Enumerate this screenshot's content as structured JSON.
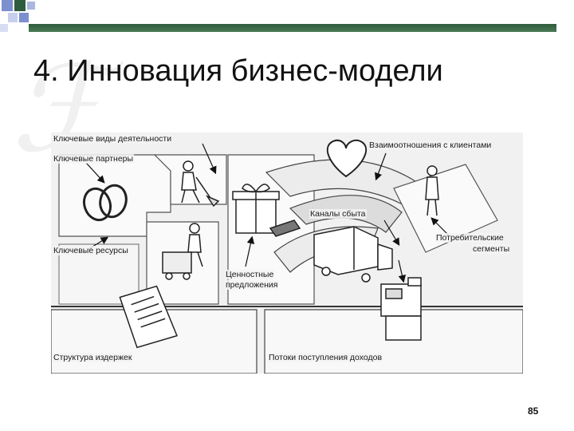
{
  "slide": {
    "title": "4. Инновация бизнес-модели",
    "page_number": "85",
    "colors": {
      "accent_dark": "#2f5c3c",
      "accent_light": "#6f9a7b",
      "accent_blue": "#7c8fcf"
    }
  },
  "diagram": {
    "labels": {
      "key_activities": "Ключевые виды деятельности",
      "key_partners": "Ключевые партнеры",
      "key_resources": "Ключевые ресурсы",
      "value_proposition_line1": "Ценностные",
      "value_proposition_line2": "предложения",
      "customer_relationships": "Взаимоотношения с клиентами",
      "channels": "Каналы сбыта",
      "customer_segments_line1": "Потребительские",
      "customer_segments_line2": "сегменты",
      "cost_structure": "Структура издержек",
      "revenue_streams": "Потоки поступления доходов"
    },
    "icons": [
      "rings-icon",
      "worker-icon",
      "forklift-worker-icon",
      "gift-box-icon",
      "heart-icon",
      "person-icon",
      "truck-icon",
      "cash-register-icon",
      "receipt-icon"
    ]
  }
}
